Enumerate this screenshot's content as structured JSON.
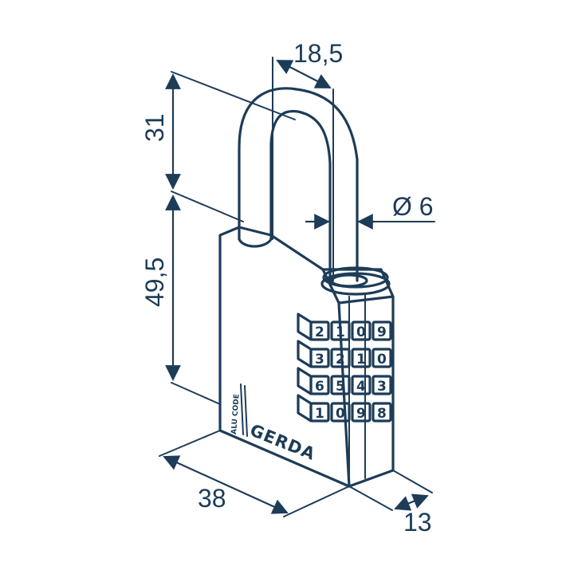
{
  "dimensions": {
    "shackle_width": "18,5",
    "shackle_height": "31",
    "shackle_diameter": "Ø 6",
    "body_height": "49,5",
    "body_width": "38",
    "body_depth": "13"
  },
  "body": {
    "brand": "GERDA",
    "sub_label": "ALU CODE"
  },
  "dials": [
    [
      "2",
      "1",
      "0",
      "9"
    ],
    [
      "3",
      "2",
      "1",
      "0"
    ],
    [
      "6",
      "5",
      "4",
      "3"
    ],
    [
      "1",
      "0",
      "9",
      "8"
    ]
  ],
  "colors": {
    "line": "#1d3c58",
    "background": "#ffffff"
  }
}
